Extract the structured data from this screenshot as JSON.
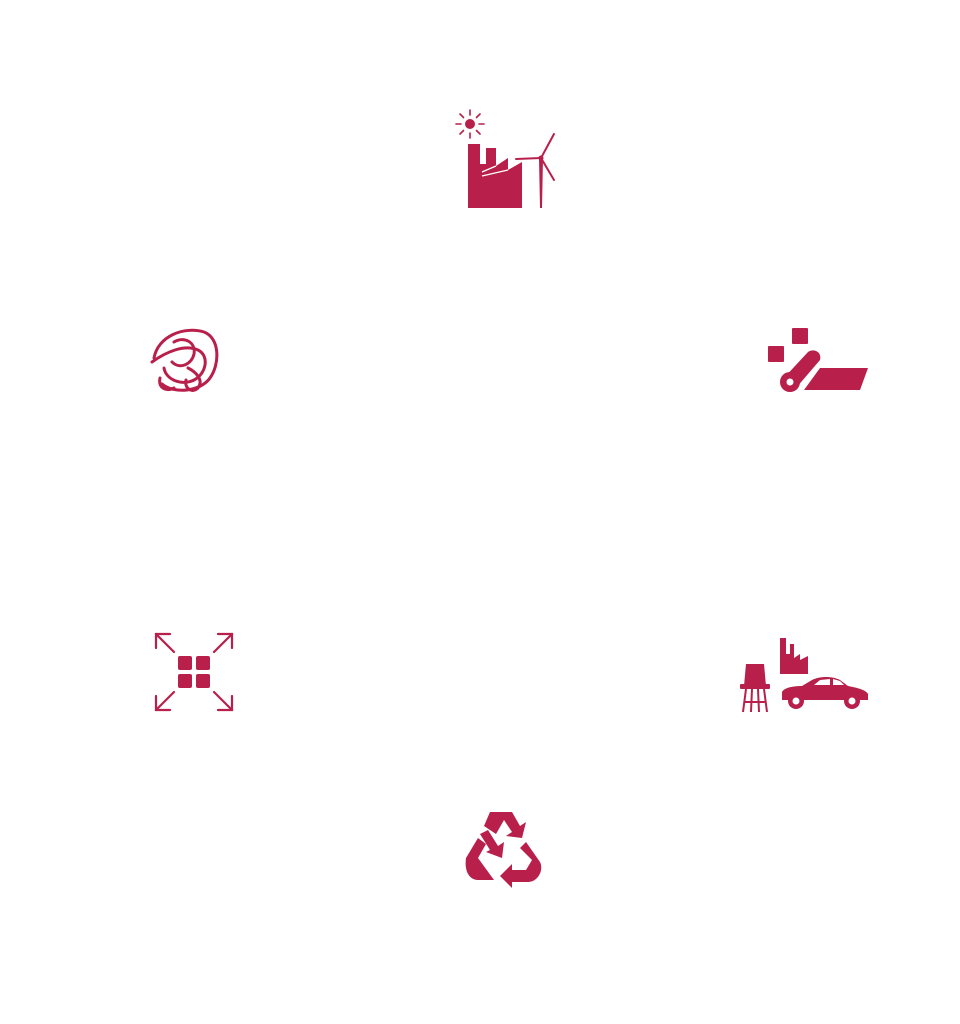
{
  "colors": {
    "accent": "#b81f4a",
    "background": "#ffffff"
  },
  "diagram": {
    "layout": "circular-cycle",
    "nodes": [
      {
        "id": "factory",
        "icon": "factory-wind-turbine-sun-icon"
      },
      {
        "id": "fabric",
        "icon": "fabric-roll-cubes-icon"
      },
      {
        "id": "products",
        "icon": "chair-factory-car-icon"
      },
      {
        "id": "recycle",
        "icon": "recycle-arrows-icon"
      },
      {
        "id": "scale",
        "icon": "expand-squares-arrows-icon"
      },
      {
        "id": "fiber",
        "icon": "tangled-fiber-icon"
      }
    ]
  }
}
